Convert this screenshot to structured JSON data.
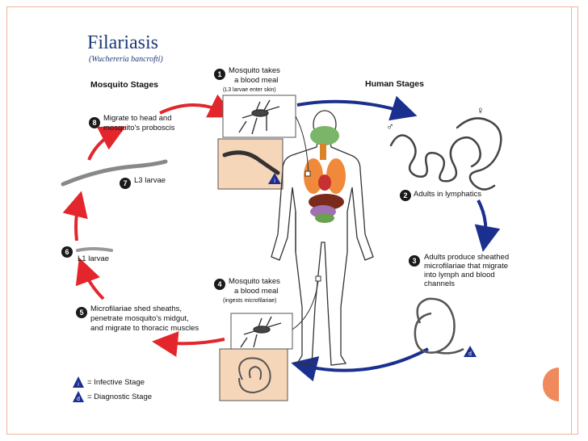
{
  "title": "Filariasis",
  "subtitle": "(Wuchereria bancrofti)",
  "headers": {
    "mosquito": "Mosquito Stages",
    "human": "Human Stages"
  },
  "steps": [
    {
      "n": "1",
      "lines": [
        "Mosquito takes",
        "a blood meal"
      ],
      "note": "(L3 larvae enter skin)"
    },
    {
      "n": "2",
      "lines": [
        "Adults in lymphatics"
      ]
    },
    {
      "n": "3",
      "lines": [
        "Adults produce sheathed",
        "microfilariae that migrate",
        "into lymph and blood",
        "channels"
      ]
    },
    {
      "n": "4",
      "lines": [
        "Mosquito takes",
        "a blood meal"
      ],
      "note": "(ingests microfilariae)"
    },
    {
      "n": "5",
      "lines": [
        "Microfilariae shed sheaths,",
        "penetrate mosquito's midgut,",
        "and migrate to thoracic muscles"
      ]
    },
    {
      "n": "6",
      "lines": [
        "L1 larvae"
      ]
    },
    {
      "n": "7",
      "lines": [
        "L3 larvae"
      ]
    },
    {
      "n": "8",
      "lines": [
        "Migrate to head and",
        "mosquito's proboscis"
      ]
    }
  ],
  "legend": {
    "infective": {
      "mark": "i",
      "label": "= Infective Stage"
    },
    "diagnostic": {
      "mark": "d",
      "label": "= Diagnostic Stage"
    }
  },
  "sex_symbols": {
    "male": "♂",
    "female": "♀"
  },
  "colors": {
    "mosquito_cycle": "#e3262b",
    "human_cycle": "#1b2f8f",
    "title": "#1e3a78",
    "accent": "#f08a5c"
  }
}
